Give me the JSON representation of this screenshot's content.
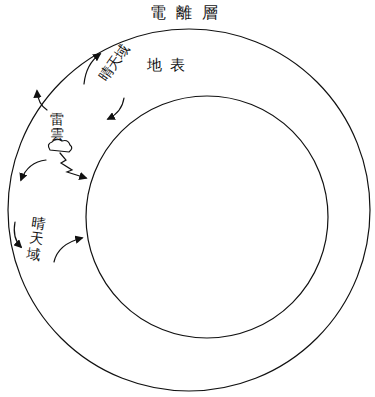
{
  "diagram": {
    "nodes": [
      {
        "text": [
          "電離層"
        ]
      },
      {
        "text": [
          "地表"
        ],
        "in": 0
      }
    ],
    "labels": [
      "雷雲",
      "晴天域",
      "晴天域"
    ]
  }
}
